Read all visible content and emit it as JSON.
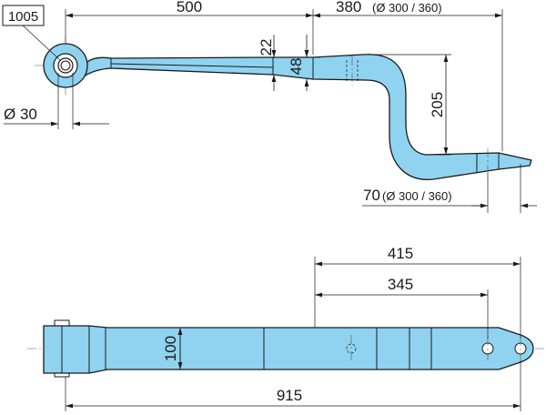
{
  "reference_number": "1005",
  "dimensions": {
    "length_to_center": "500",
    "offset_length": "380",
    "offset_variants": "(Ø 300 / 360)",
    "leaf_thickness": "22",
    "pack_height": "48",
    "drop_height": "205",
    "eye_diameter": "Ø 30",
    "end_length": "70",
    "end_variants": "(Ø 300 / 360)",
    "hole_span_outer": "415",
    "hole_span_inner": "345",
    "width": "100",
    "overall_length": "915"
  }
}
